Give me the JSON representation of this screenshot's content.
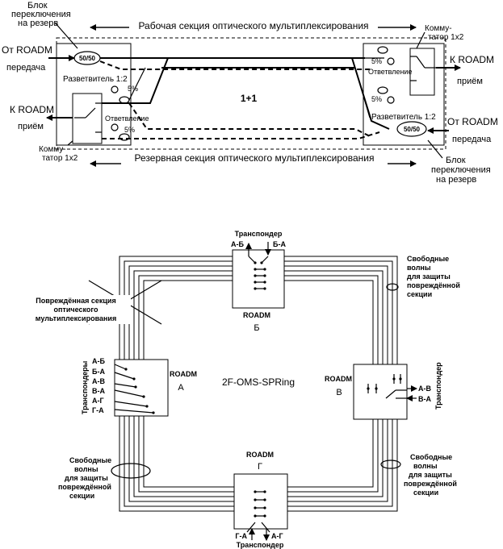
{
  "top": {
    "protection_block_left": [
      "Блок",
      "переключения",
      "на резерв"
    ],
    "working_section": "Рабочая секция оптического мультиплексирования",
    "switch_top_right": [
      "Комму-",
      "татор 1х2"
    ],
    "from_roadm_left": "От ROADM",
    "transmit_left": "передача",
    "to_roadm_right": "К ROADM",
    "receive_right": "приём",
    "splitter_left": "Разветвитель 1:2",
    "ratio_label": "50/50",
    "pct5": "5%",
    "tap_label": "Ответвление",
    "one_plus_one": "1+1",
    "to_roadm_left": "К ROADM",
    "receive_left": "приём",
    "splitter_right": "Разветвитель 1:2",
    "from_roadm_right": "От ROADM",
    "transmit_right": "передача",
    "switch_bottom_left": [
      "Комму-",
      "татор 1х2"
    ],
    "protection_section": "Резервная секция оптического мультиплексирования",
    "protection_block_right": [
      "Блок",
      "переключения",
      "на резерв"
    ]
  },
  "bottom": {
    "transponder": "Транспондер",
    "transponders": "Транспондеры",
    "roadm": "ROADM",
    "node_b": "Б",
    "node_a": "А",
    "node_v": "В",
    "node_g": "Г",
    "ring_name": "2F-OMS-SPRing",
    "damaged_section": [
      "Повреждённая секция",
      "оптического",
      "мультиплексирования"
    ],
    "free_waves": [
      "Свободные",
      "волны",
      "для защиты",
      "повреждённой",
      "секции"
    ],
    "top_ports": [
      "А-Б",
      "Б-А"
    ],
    "left_ports": [
      "А-Б",
      "Б-А",
      "А-В",
      "В-А",
      "А-Г",
      "Г-А"
    ],
    "right_ports": [
      "А-В",
      "В-А"
    ],
    "bottom_ports": [
      "Г-А",
      "А-Г"
    ]
  }
}
